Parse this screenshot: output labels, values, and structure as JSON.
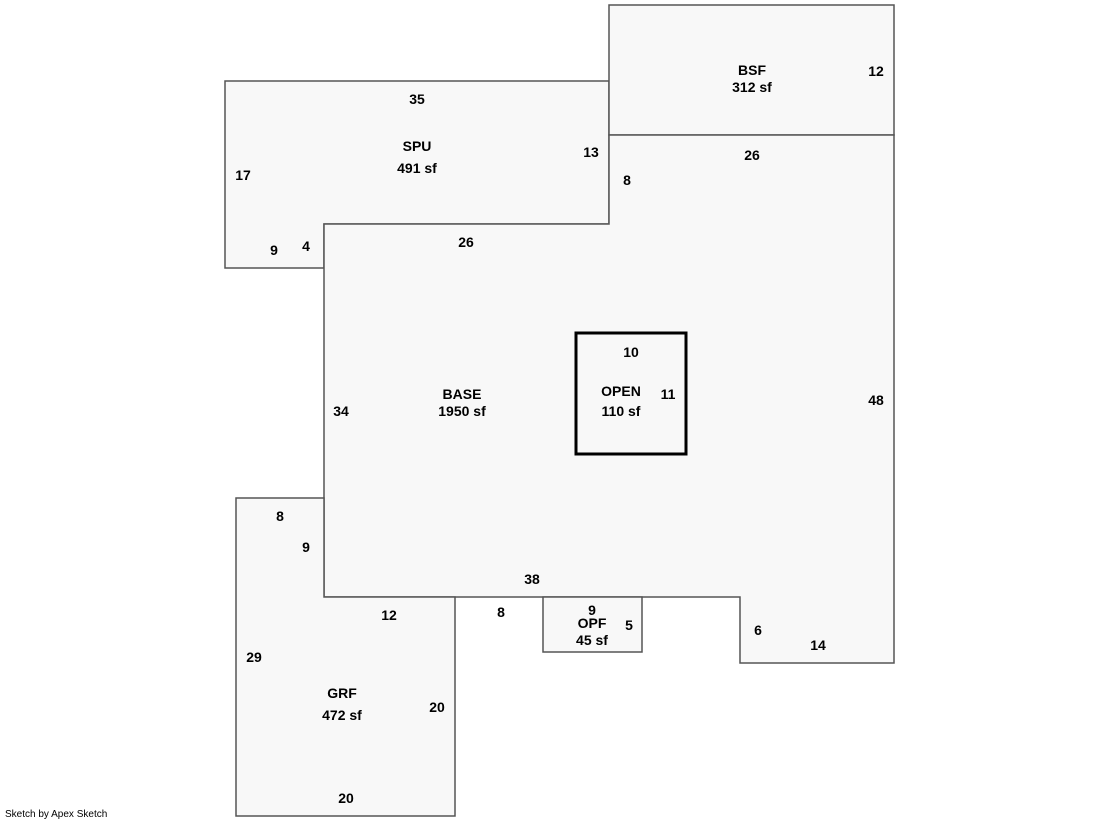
{
  "areas": {
    "spu": {
      "name": "SPU",
      "area": "491 sf"
    },
    "bsf": {
      "name": "BSF",
      "area": "312 sf"
    },
    "base": {
      "name": "BASE",
      "area": "1950 sf"
    },
    "open": {
      "name": "OPEN",
      "area": "110 sf"
    },
    "grf": {
      "name": "GRF",
      "area": "472 sf"
    },
    "opf": {
      "name": "OPF",
      "area": "45 sf"
    }
  },
  "dimensions": {
    "spu_top": "35",
    "spu_left": "17",
    "spu_right": "13",
    "spu_bottom": "9",
    "spu_step": "4",
    "bsf_right": "12",
    "bsf_bottom": "26",
    "bsf_step": "8",
    "base_top": "26",
    "base_left": "34",
    "base_right": "48",
    "base_bottom": "38",
    "base_notch_v": "6",
    "base_notch_h": "14",
    "open_top": "10",
    "open_right": "11",
    "grf_top": "8",
    "grf_step": "9",
    "grf_inner": "12",
    "grf_left": "29",
    "grf_right": "20",
    "grf_bottom": "20",
    "opf_left": "8",
    "opf_top": "9",
    "opf_right": "5"
  },
  "footer": {
    "credit": "Sketch by Apex Sketch"
  }
}
